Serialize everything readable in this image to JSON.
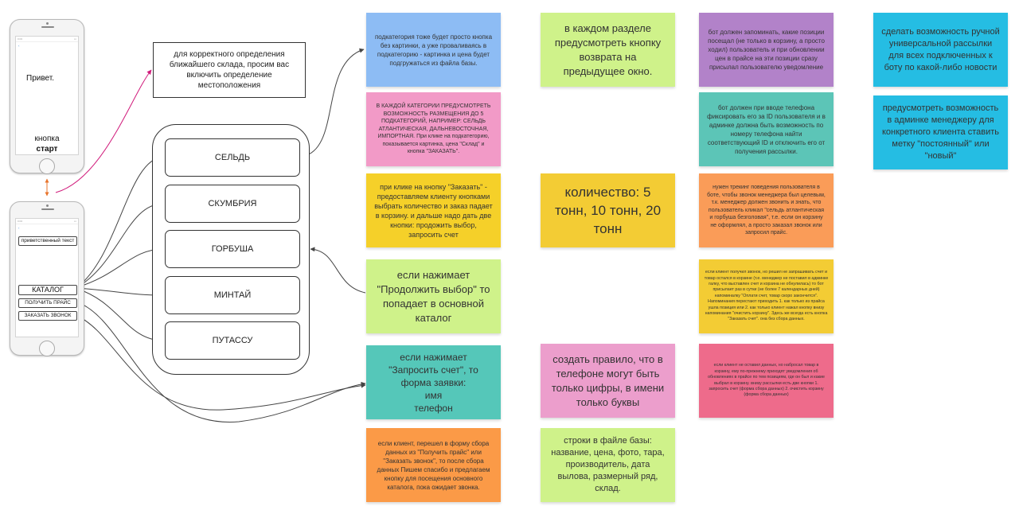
{
  "phone1": {
    "greeting": "Привет.",
    "button_caption": "кнопка",
    "button_label": "старт"
  },
  "phone2": {
    "welcome_text": "приветственный текст",
    "buttons": [
      "КАТАЛОГ",
      "ПОЛУЧИТЬ ПРАЙС",
      "ЗАКАЗАТЬ ЗВОНОК"
    ]
  },
  "geo_box": "для корректного определения ближайшего склада, просим вас включить определение местоположения",
  "categories": [
    "СЕЛЬДЬ",
    "СКУМБРИЯ",
    "ГОРБУША",
    "МИНТАЙ",
    "ПУТАССУ"
  ],
  "notes": {
    "subcategory": "подкатегория тоже будет просто кнопка без картинки, а уже проваливаясь в подкатегорию - картинка и цена будет подгружаться из файла базы.",
    "category_rule": "В КАЖДОЙ КАТЕГОРИИ ПРЕДУСМОТРЕТЬ ВОЗМОЖНОСТЬ РАЗМЕЩЕНИЯ ДО 5 ПОДКАТЕГОРИЙ, НАПРИМЕР: СЕЛЬДЬ АТЛАНТИЧЕСКАЯ, ДАЛЬНЕВОСТОЧНАЯ, ИМПОРТНАЯ. При клике на подкатегорию, показывается картинка, цена \"Склад\" и кнопка \"ЗАКАЗАТЬ\".",
    "order_click": "при клике на кнопку \"Заказать\" - предоставляем клиенту кнопками выбрать количество и заказ падает в корзину. и дальше надо дать две кнопки: продожить выбор, запросить счет",
    "continue_choice": "если нажимает \"Продолжить выбор\" то попадает в основной каталог",
    "request_invoice": "если нажимает \"Запросить счет\", то форма заявки:\nимя\nтелефон",
    "price_form": "если клиент, перешел в форму сбора данных из \"Получить прайс\" или \"Заказать звонок\", то после сбора данных Пишем спасибо и предлагаем кнопку для посещения основного каталога, пока ожидает звонка.",
    "back_button": "в каждом разделе предусмотреть кнопку возврата на предыдущее окно.",
    "quantity": "количество: 5 тонн, 10 тонн, 20 тонн",
    "phone_rule": "создать правило, что в телефоне могут быть только цифры, в имени только буквы",
    "base_file": "строки в файле базы: название, цена, фото, тара, производитель, дата вылова, размерный ряд, склад.",
    "remember_positions": "бот должен запоминать, какие позиции посещал (не только в корзину, а просто ходил) пользователь и при обновлении цен в прайсе на эти позиции сразу присылал пользователю уведомление",
    "phone_id": "бот должен при вводе телефона фиксировать его за ID пользователя и в админке должна быть возможность по номеру телефона найти соответствующий ID и отключить его от получения рассылки.",
    "tracking": "нужен трекинг поведения пользователя в боте, чтобы звонок менеджера был целевым, т.к. менеджер должен звонить и знать, что пользователь кликал \"сельдь атлантическая и горбуша безголовая\", т.е. если он корзину не оформлял, а просто заказал звонок или запросил прайс.",
    "invoice_reminder": "если клиент получил звонок, но решил не запрашивать счет и товар остался в корзине (т.е. менеджер не поставил в админке галку, что выставлен счет и корзина не обнулилась) то бот присылает раз в сутки (не более 7 календарных дней) напоминалку \"Оплати счет, товар скоро закончится\". Напоминания перестают приходить 1. как только из прайса ушла позиция или 2. как только клиент нажал кнопку внизу напоминания \"очистить корзину\". Здесь же всегда есть кнопка \"Заказать счет\". она без сбора данных.",
    "no_data": "если клиент не оставил данных, но набросал товар в корзину, ему по-прежнему приходят уведомления об обновлениях в прайсе по тем позициям, где он был и какие выбрал в корзину. внизу рассылки есть две кнопки 1. запросить счет (форма сбора данных) 2. очистить корзину (форма сбора данных)",
    "manual_mailing": "сделать возможность ручной универсальной рассылки для всех подключенных к боту по какой-либо новости",
    "admin_label": "предусмотреть возможность в админке менеджеру для конкретного клиента ставить метку \"постоянный\" или \"новый\""
  },
  "colors": {
    "link_arrow": "#d0197a",
    "connector": "#444444",
    "phone_arrow": "#e8742b"
  }
}
